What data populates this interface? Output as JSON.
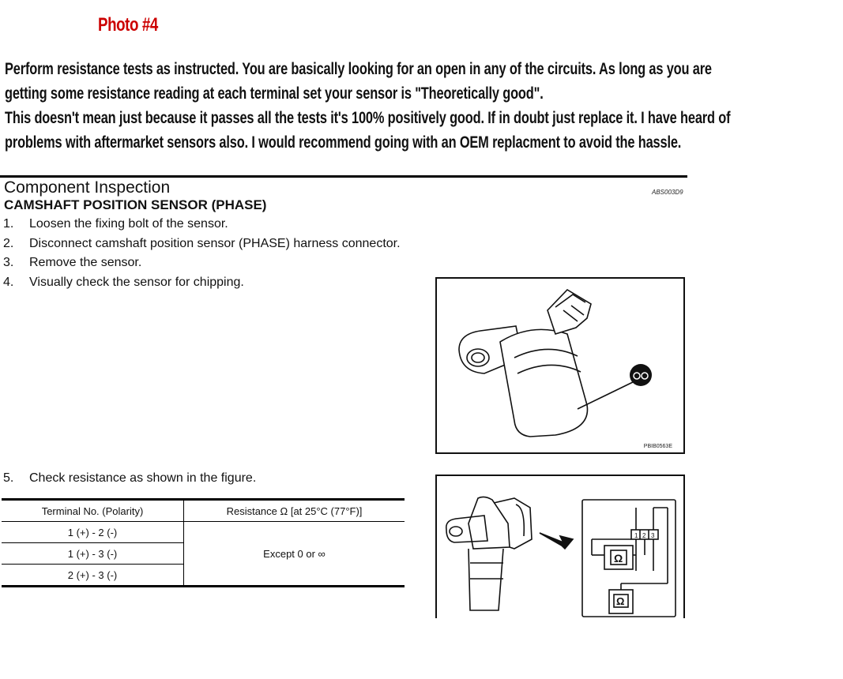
{
  "photo_title": "Photo #4",
  "intro": {
    "paragraph1": "Perform resistance tests as instructed. You are basically looking for an open in any of the circuits. As long as you are getting some resistance reading at each terminal set your sensor is \"Theoretically good\".",
    "paragraph2": "This doesn't mean just because it passes all the tests it's 100% positively good. If in doubt just replace it. I have heard of problems with aftermarket sensors also. I would recommend going with an OEM replacment to avoid the hassle."
  },
  "section": {
    "heading": "Component Inspection",
    "reference_code": "ABS003D9",
    "subheading": "CAMSHAFT POSITION SENSOR (PHASE)"
  },
  "steps": [
    {
      "num": "1.",
      "text": "Loosen the fixing bolt of the sensor."
    },
    {
      "num": "2.",
      "text": "Disconnect camshaft position sensor (PHASE) harness connector."
    },
    {
      "num": "3.",
      "text": "Remove the sensor."
    },
    {
      "num": "4.",
      "text": "Visually check the sensor for chipping."
    }
  ],
  "step5": {
    "num": "5.",
    "text": "Check resistance as shown in the figure."
  },
  "figure1": {
    "code": "PBIB0563E"
  },
  "figure2": {
    "terminal_labels": [
      "1",
      "2",
      "3"
    ],
    "meter_symbol": "Ω"
  },
  "table": {
    "headers": [
      "Terminal No. (Polarity)",
      "Resistance Ω [at 25°C (77°F)]"
    ],
    "rows": [
      "1 (+) - 2 (-)",
      "1 (+) - 3 (-)",
      "2 (+) - 3 (-)"
    ],
    "resistance_value": "Except 0 or ∞"
  },
  "colors": {
    "photo_title": "#cc0000"
  }
}
